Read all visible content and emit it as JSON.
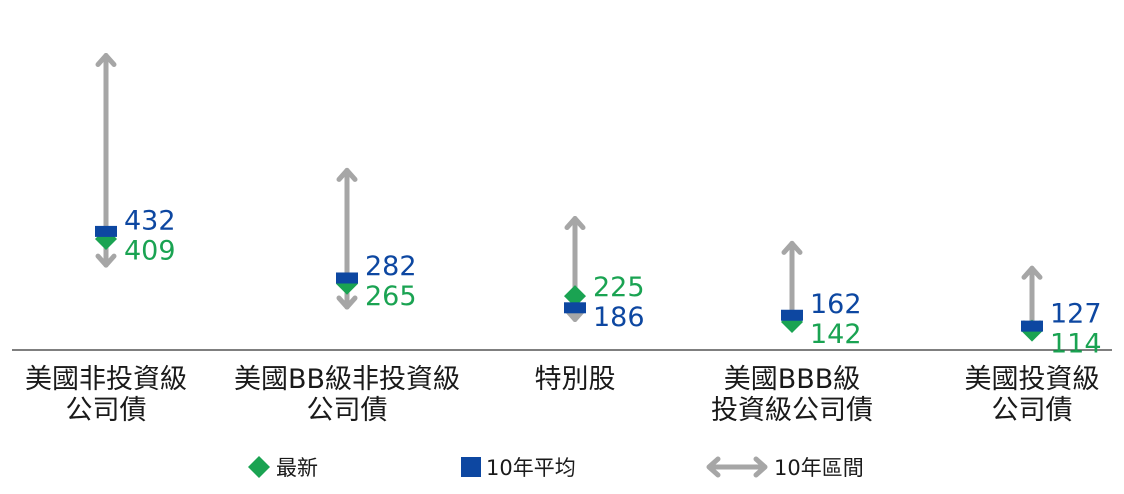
{
  "chart_data": {
    "type": "range",
    "categories": [
      [
        "美國非投資級",
        "公司債"
      ],
      [
        "美國BB級非投資級",
        "公司債"
      ],
      [
        "特別股"
      ],
      [
        "美國BBB級",
        "投資級公司債"
      ],
      [
        "美國投資級",
        "公司債"
      ]
    ],
    "series": [
      {
        "name": "最新",
        "marker": "diamond",
        "color": "#1aa352",
        "values": [
          409,
          265,
          225,
          142,
          114
        ]
      },
      {
        "name": "10年平均",
        "marker": "square",
        "color": "#0d47a1",
        "values": [
          432,
          282,
          186,
          162,
          127
        ]
      }
    ],
    "range": {
      "name": "10年區間",
      "color": "#a6a6a6",
      "low": [
        325,
        190,
        150,
        140,
        110
      ],
      "high": [
        1000,
        630,
        475,
        395,
        315
      ]
    },
    "ylim": [
      100,
      1050
    ],
    "grid": false,
    "legend_position": "bottom"
  },
  "legend": {
    "latest": "最新",
    "avg": "10年平均",
    "range": "10年區間"
  },
  "colors": {
    "latest": "#1aa352",
    "avg": "#0d47a1",
    "range": "#a6a6a6"
  }
}
